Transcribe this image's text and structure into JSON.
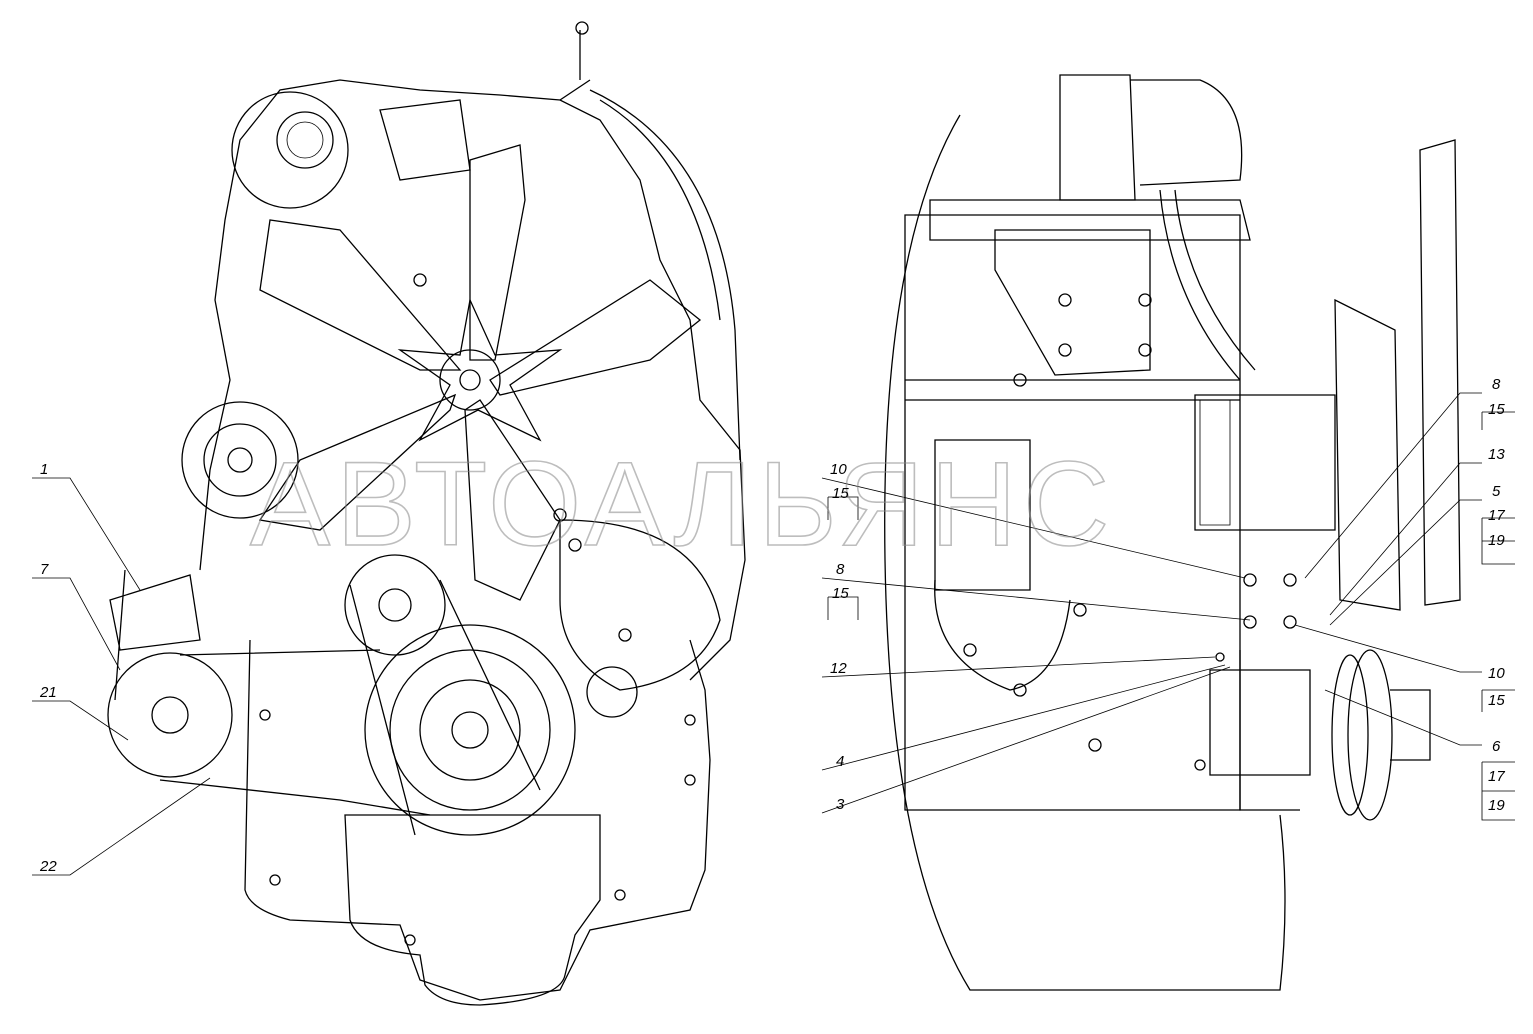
{
  "watermark": "АВТОАЛЬЯНС",
  "left_view": {
    "callouts": [
      "1",
      "7",
      "21",
      "22"
    ]
  },
  "right_view": {
    "callouts": [
      "8",
      "15",
      "13",
      "5",
      "17",
      "19",
      "10",
      "15",
      "8",
      "15",
      "12",
      "10",
      "15",
      "4",
      "6",
      "3",
      "17",
      "19"
    ]
  }
}
